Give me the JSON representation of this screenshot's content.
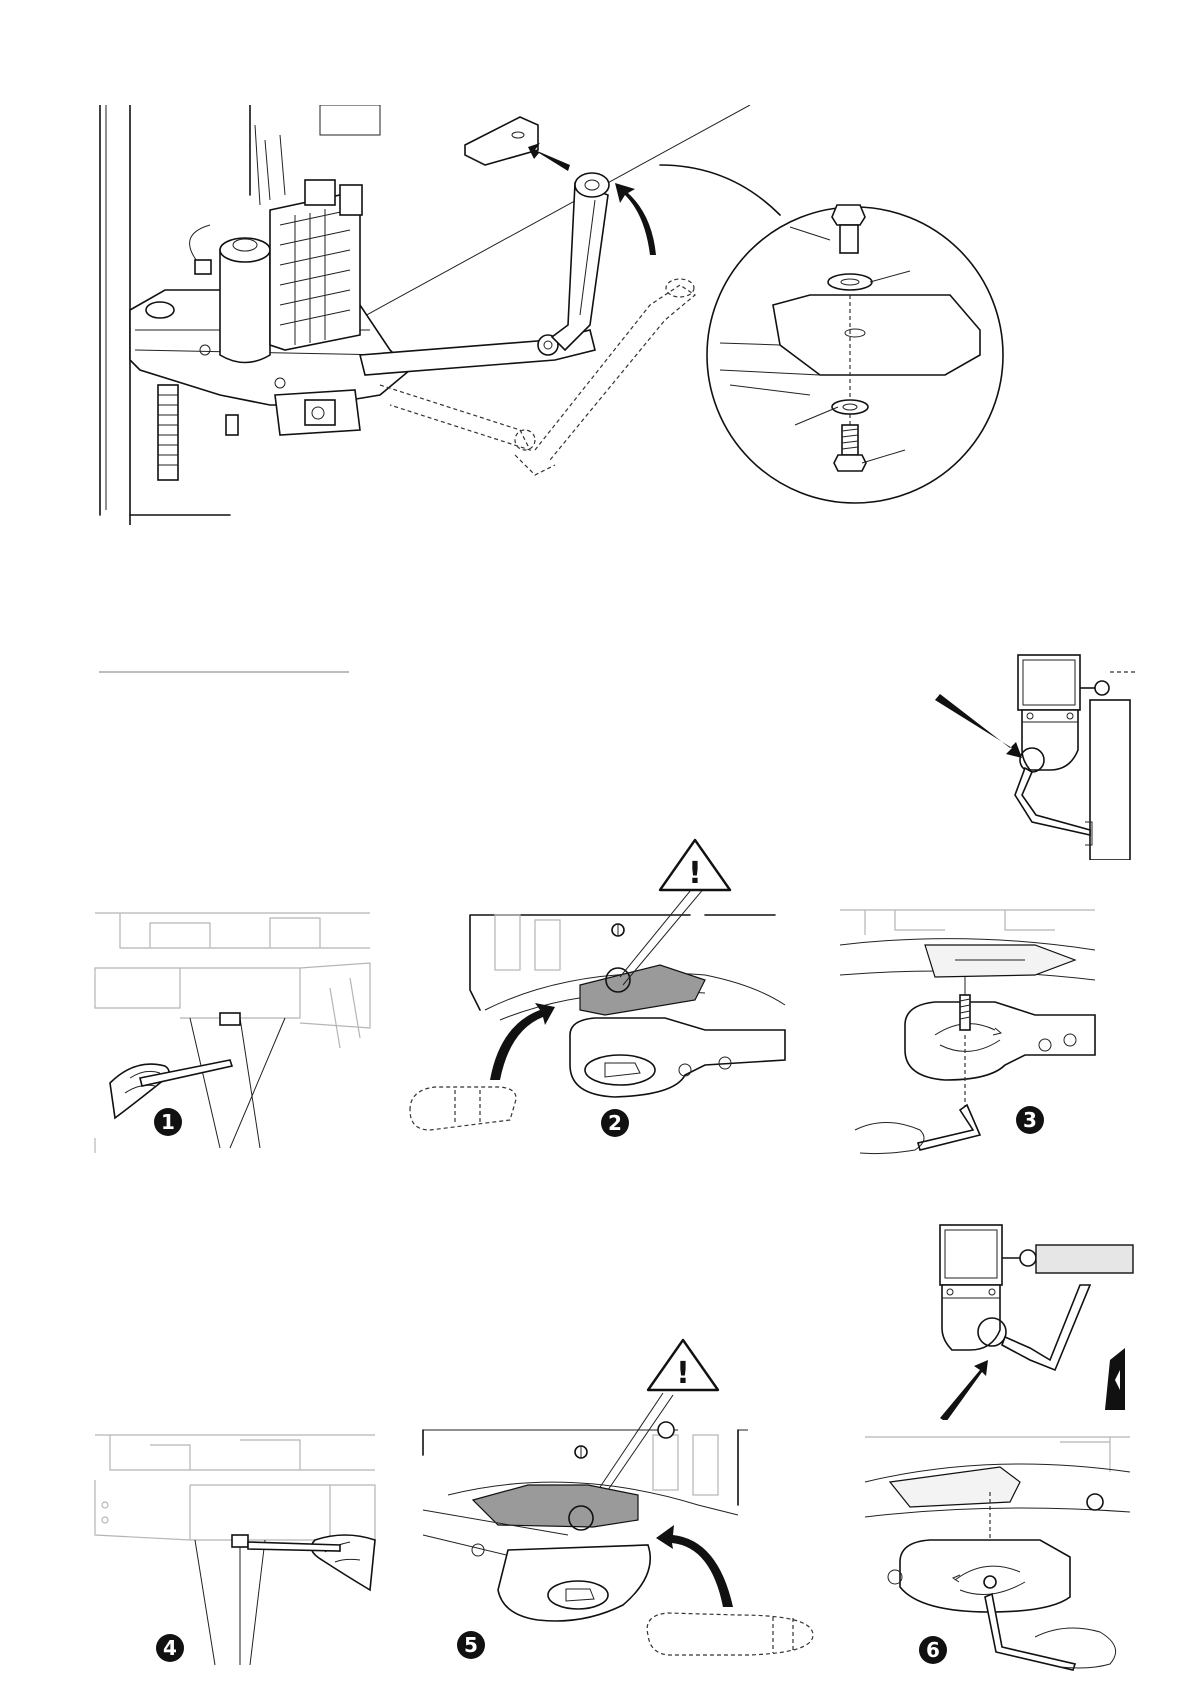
{
  "steps": [
    {
      "label": "1"
    },
    {
      "label": "2"
    },
    {
      "label": "3"
    },
    {
      "label": "4"
    },
    {
      "label": "5"
    },
    {
      "label": "6"
    }
  ],
  "warning_symbol": "!",
  "icons": [
    "warning-triangle-icon",
    "curved-arrow-icon",
    "hex-key-icon",
    "screw-icon",
    "washer-icon",
    "bolt-icon"
  ]
}
